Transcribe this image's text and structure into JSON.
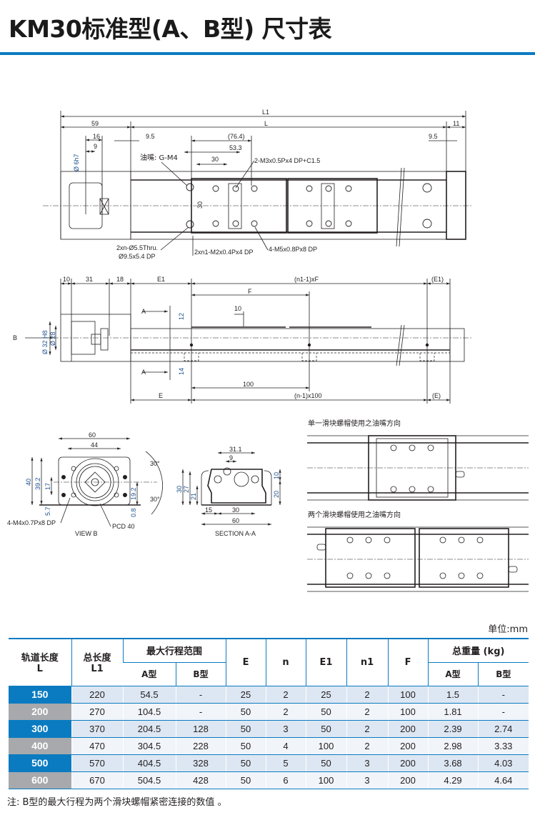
{
  "title": "KM30标准型(A、B型) 尺寸表",
  "accent_color": "#0a7bc1",
  "top_view": {
    "L1": "L1",
    "d59": "59",
    "L": "L",
    "d11": "11",
    "d9_5_left": "9.5",
    "d9_5_right": "9.5",
    "d16": "16",
    "d9": "9",
    "shaft": "Ø 6h7",
    "d76_4": "(76.4)",
    "d53_3": "53.3",
    "d30": "30",
    "d30v": "30",
    "oil": "油嘴: G-M4",
    "note_m3": "2-M3x0.5Px4 DP+C1.5",
    "note_thru1": "2xn-Ø5.5Thru.",
    "note_thru2": "Ø9.5x5.4 DP",
    "note_m2": "2xn1-M2x0.4Px4 DP",
    "note_m5": "4-M5x0.8Px8 DP"
  },
  "side_view": {
    "d10": "10",
    "d31": "31",
    "d18": "18",
    "E1": "E1",
    "n1F": "(n1-1)xF",
    "E1r": "(E1)",
    "F": "F",
    "d10b": "10",
    "d12": "12",
    "d14": "14",
    "A": "A",
    "B": "B",
    "d32": "Ø 32 H8",
    "d28": "Ø 28",
    "d100": "100",
    "E": "E",
    "n100": "(n-1)x100",
    "Er": "(E)"
  },
  "view_b": {
    "d60": "60",
    "d44": "44",
    "d40": "40",
    "d39_2": "39.2",
    "d17": "17",
    "d5_7": "5.7",
    "d19_2": "19.2",
    "d0_8": "0.8",
    "a30a": "30°",
    "a30b": "30°",
    "note_m4": "4-M4x0.7Px8 DP",
    "pcd": "PCD 40",
    "caption": "VIEW B"
  },
  "section_aa": {
    "d31_1": "31.1",
    "d9": "9",
    "d30": "30",
    "d27": "27",
    "d21": "21",
    "d10": "10",
    "d20": "20",
    "d15": "15",
    "d30b": "30",
    "d60": "60",
    "caption": "SECTION A-A"
  },
  "single_block_label": "单一滑块螺帽使用之油嘴方向",
  "double_block_label": "两个滑块螺帽使用之油嘴方向",
  "unit": "单位:mm",
  "table": {
    "headers": {
      "rail_length": "轨道长度",
      "rail_length_sym": "L",
      "total_length": "总长度",
      "total_length_sym": "L1",
      "max_stroke": "最大行程范围",
      "type_a": "A型",
      "type_b": "B型",
      "E": "E",
      "n": "n",
      "E1": "E1",
      "n1": "n1",
      "F": "F",
      "total_weight": "总重量 (kg)",
      "weight_a": "A型",
      "weight_b": "B型"
    },
    "rows": [
      {
        "L": "150",
        "L1": "220",
        "stroke_a": "54.5",
        "stroke_b": "-",
        "E": "25",
        "n": "2",
        "E1": "25",
        "n1": "2",
        "F": "100",
        "w_a": "1.5",
        "w_b": "-"
      },
      {
        "L": "200",
        "L1": "270",
        "stroke_a": "104.5",
        "stroke_b": "-",
        "E": "50",
        "n": "2",
        "E1": "50",
        "n1": "2",
        "F": "100",
        "w_a": "1.81",
        "w_b": "-"
      },
      {
        "L": "300",
        "L1": "370",
        "stroke_a": "204.5",
        "stroke_b": "128",
        "E": "50",
        "n": "3",
        "E1": "50",
        "n1": "2",
        "F": "200",
        "w_a": "2.39",
        "w_b": "2.74"
      },
      {
        "L": "400",
        "L1": "470",
        "stroke_a": "304.5",
        "stroke_b": "228",
        "E": "50",
        "n": "4",
        "E1": "100",
        "n1": "2",
        "F": "200",
        "w_a": "2.98",
        "w_b": "3.33"
      },
      {
        "L": "500",
        "L1": "570",
        "stroke_a": "404.5",
        "stroke_b": "328",
        "E": "50",
        "n": "5",
        "E1": "50",
        "n1": "3",
        "F": "200",
        "w_a": "3.68",
        "w_b": "4.03"
      },
      {
        "L": "600",
        "L1": "670",
        "stroke_a": "504.5",
        "stroke_b": "428",
        "E": "50",
        "n": "6",
        "E1": "100",
        "n1": "3",
        "F": "200",
        "w_a": "4.29",
        "w_b": "4.64"
      }
    ]
  },
  "note": "注: B型的最大行程为两个滑块螺帽紧密连接的数值 。"
}
